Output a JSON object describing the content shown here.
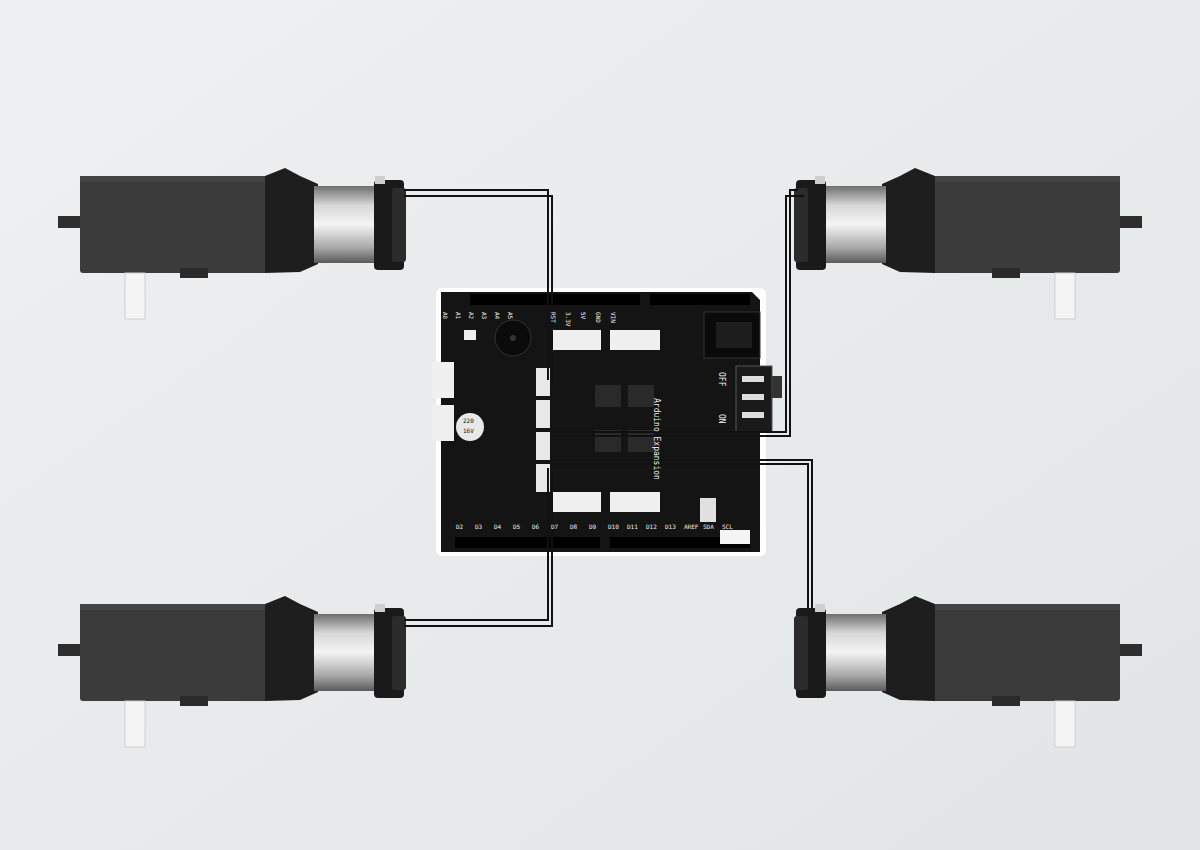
{
  "diagram": {
    "labels": [
      "Arduino Expansion",
      "OFF",
      "ON",
      "220",
      "16V",
      "RST",
      "3.3V",
      "5V",
      "GND",
      "VIN",
      "A0",
      "A1",
      "A2",
      "A3",
      "A4",
      "A5",
      "D2",
      "D3",
      "D4",
      "D5",
      "D6",
      "D7",
      "D8",
      "D9",
      "D10",
      "D11",
      "D12",
      "D13",
      "AREF",
      "SDA",
      "SCL"
    ]
  }
}
